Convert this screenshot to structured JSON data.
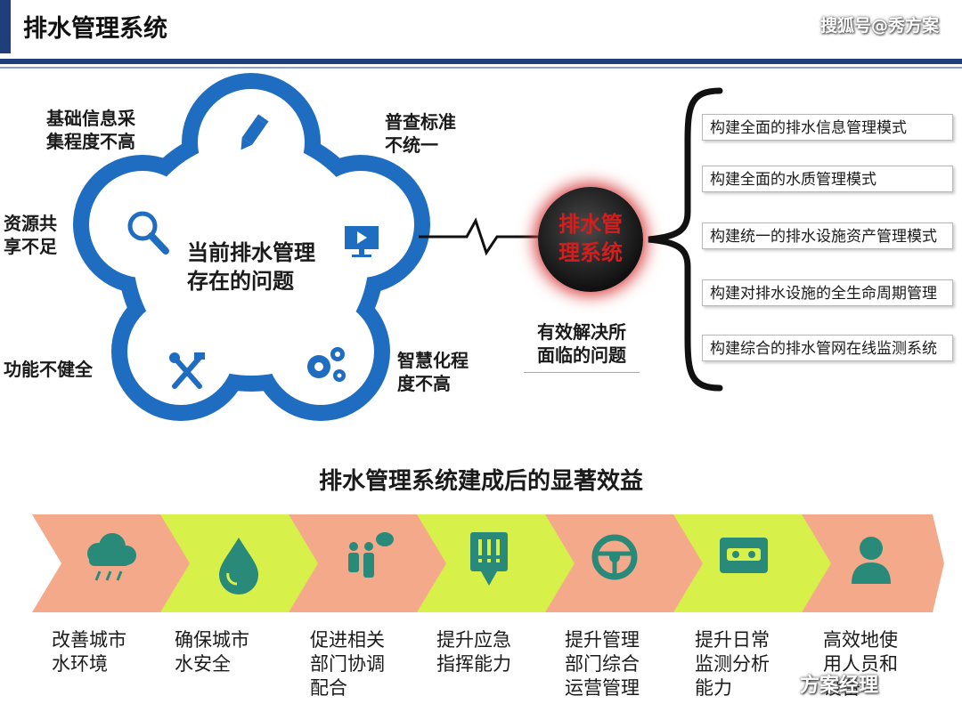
{
  "header": {
    "title": "排水管理系统",
    "source": "搜狐号@秀方案"
  },
  "problems": {
    "center": [
      "当前排水管理",
      "存在的问题"
    ],
    "petals": [
      {
        "lines": [
          "基础信息采",
          "集程度不高"
        ],
        "icon": "pencil-icon"
      },
      {
        "lines": [
          "普查标准",
          "不统一"
        ],
        "icon": "monitor-play-icon"
      },
      {
        "lines": [
          "资源共",
          "享不足"
        ],
        "icon": "search-icon"
      },
      {
        "lines": [
          "功能不健全"
        ],
        "icon": "tools-icon"
      },
      {
        "lines": [
          "智慧化程",
          "度不高"
        ],
        "icon": "gears-icon"
      }
    ]
  },
  "system": {
    "node": [
      "排水管",
      "理系统"
    ],
    "solve": [
      "有效解决所",
      "面临的问题"
    ],
    "solutions": [
      "构建全面的排水信息管理模式",
      "构建全面的水质管理模式",
      "构建统一的排水设施资产管理模式",
      "构建对排水设施的全生命周期管理",
      "构建综合的排水管网在线监测系统"
    ]
  },
  "benefits": {
    "title": "排水管理系统建成后的显著效益",
    "items": [
      {
        "label": "改善城市\n水环境",
        "icon": "rain-cloud-icon"
      },
      {
        "label": "确保城市\n水安全",
        "icon": "water-drop-icon"
      },
      {
        "label": "促进相关\n部门协调\n配合",
        "icon": "people-chat-icon"
      },
      {
        "label": "提升应急\n指挥能力",
        "icon": "alert-sign-icon"
      },
      {
        "label": "提升管理\n部门综合\n运营管理",
        "icon": "steering-wheel-icon"
      },
      {
        "label": "提升日常\n监测分析\n能力",
        "icon": "cassette-icon"
      },
      {
        "label": "高效地使\n用人员和\n设备",
        "icon": "person-icon"
      }
    ],
    "colors": [
      "#f4a98a",
      "#d8f04a"
    ]
  },
  "watermark": "方案经理",
  "colors": {
    "blue": "#1f6dc0",
    "navy": "#1f3f7a",
    "red": "#d41e1e"
  }
}
